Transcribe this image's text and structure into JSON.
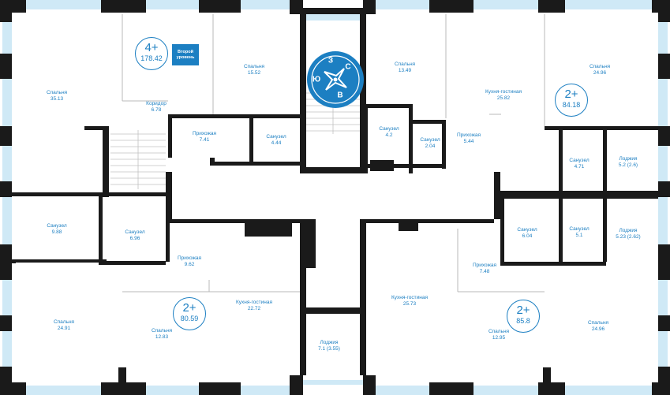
{
  "rooms": [
    {
      "id": "r1",
      "name": "Спальня",
      "area": "35.13"
    },
    {
      "id": "r2",
      "name": "Коридор",
      "area": "6.78"
    },
    {
      "id": "r3",
      "name": "Спальня",
      "area": "15.52"
    },
    {
      "id": "r4",
      "name": "Прихожая",
      "area": "7.41"
    },
    {
      "id": "r5",
      "name": "Санузел",
      "area": "4.44"
    },
    {
      "id": "r6",
      "name": "Санузел",
      "area": "9.88"
    },
    {
      "id": "r7",
      "name": "Санузел",
      "area": "6.96"
    },
    {
      "id": "r8",
      "name": "Прихожая",
      "area": "9.62"
    },
    {
      "id": "r9",
      "name": "Спальня",
      "area": "24.91"
    },
    {
      "id": "r10",
      "name": "Спальня",
      "area": "12.83"
    },
    {
      "id": "r11",
      "name": "Кухня-гостиная",
      "area": "22.72"
    },
    {
      "id": "r12",
      "name": "Лоджия",
      "area": "7.1 (3.55)"
    },
    {
      "id": "r13",
      "name": "Спальня",
      "area": "13.49"
    },
    {
      "id": "r14",
      "name": "Санузел",
      "area": "4.2"
    },
    {
      "id": "r15",
      "name": "Санузел",
      "area": "2.04"
    },
    {
      "id": "r16",
      "name": "Прихожая",
      "area": "5.44"
    },
    {
      "id": "r17",
      "name": "Кухня-гостиная",
      "area": "25.82"
    },
    {
      "id": "r18",
      "name": "Спальня",
      "area": "24.96"
    },
    {
      "id": "r19",
      "name": "Санузел",
      "area": "4.71"
    },
    {
      "id": "r20",
      "name": "Лоджия",
      "area": "5.2 (2.6)"
    },
    {
      "id": "r21",
      "name": "Санузел",
      "area": "6.04"
    },
    {
      "id": "r22",
      "name": "Санузел",
      "area": "5.1"
    },
    {
      "id": "r23",
      "name": "Лоджия",
      "area": "5.23 (2.62)"
    },
    {
      "id": "r24",
      "name": "Прихожая",
      "area": "7.48"
    },
    {
      "id": "r25",
      "name": "Кухня-гостиная",
      "area": "25.73"
    },
    {
      "id": "r26",
      "name": "Спальня",
      "area": "12.95"
    },
    {
      "id": "r27",
      "name": "Спальня",
      "area": "24.96"
    }
  ],
  "apartments": [
    {
      "id": "a1",
      "type": "4+",
      "area": "178.42"
    },
    {
      "id": "a2",
      "type": "2+",
      "area": "84.18"
    },
    {
      "id": "a3",
      "type": "2+",
      "area": "80.59"
    },
    {
      "id": "a4",
      "type": "2+",
      "area": "85.8"
    }
  ],
  "second_level_note": [
    "Второй",
    "уровень"
  ],
  "compass": {
    "letters": [
      "С",
      "В",
      "Ю",
      "З"
    ],
    "icon": "compass-rose-icon",
    "color": "#1c7fc2"
  },
  "colors": {
    "wall": "#1a1a1a",
    "window": "#cfe9f6",
    "accent": "#1c7fc2"
  }
}
